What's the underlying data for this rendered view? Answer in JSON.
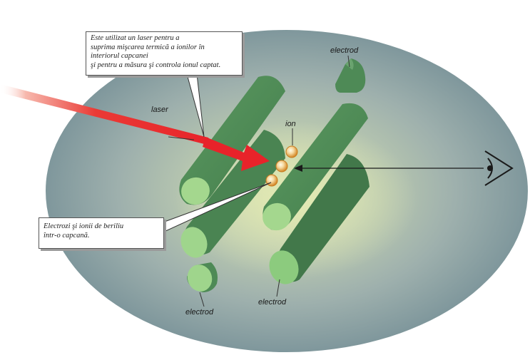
{
  "callouts": {
    "laser_purpose": {
      "lines": [
        "Este utilizat un laser pentru a",
        "suprima mişcarea termică a ionilor în",
        "interiorul capcanei",
        "şi pentru a măsura şi controla ionul captat."
      ]
    },
    "trap_description": {
      "lines": [
        "Electrozi şi ionii de beriliu",
        "într-o capcană."
      ]
    }
  },
  "labels": {
    "laser": "laser",
    "ion": "ion",
    "electrode_top": "electrod",
    "electrode_bottom_left": "electrod",
    "electrode_bottom_right": "electrod"
  },
  "colors": {
    "laser_red": "#e8232a",
    "electrode_green": "#4e8a56",
    "electrode_cap": "#a5d690",
    "ion_gold": "#e8a640",
    "background_glow": "#d4dfb0",
    "background_shadow": "#6f8a90"
  },
  "icons": {
    "observer": "eye-icon"
  }
}
